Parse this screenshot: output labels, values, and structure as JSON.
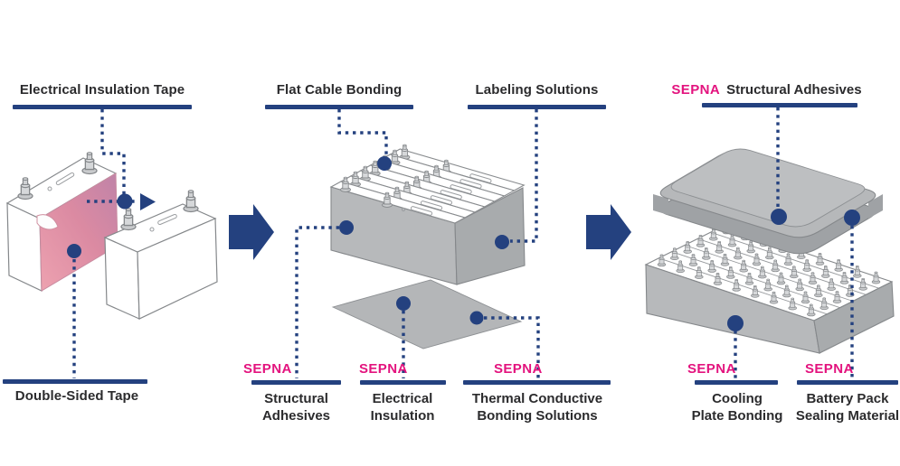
{
  "colors": {
    "navy": "#24417f",
    "magenta": "#e3137e",
    "tape_pink": "#db8aa2",
    "module_gray": "#b7b9bb"
  },
  "stage_cell": {
    "top_label": "Electrical Insulation Tape",
    "bottom_label": "Double-Sided Tape"
  },
  "stage_module": {
    "top_label_1": "Flat Cable Bonding",
    "top_label_2": "Labeling Solutions",
    "callouts": [
      {
        "brand": "SEPNA",
        "line1": "Structural",
        "line2": "Adhesives"
      },
      {
        "brand": "SEPNA",
        "line1": "Electrical",
        "line2": "Insulation"
      },
      {
        "brand": "SEPNA",
        "line1": "Thermal Conductive",
        "line2": "Bonding Solutions"
      }
    ]
  },
  "stage_pack": {
    "top_label": {
      "brand": "SEPNA",
      "text": "Structural Adhesives"
    },
    "callouts": [
      {
        "brand": "SEPNA",
        "line1": "Cooling",
        "line2": "Plate Bonding"
      },
      {
        "brand": "SEPNA",
        "line1": "Battery Pack",
        "line2": "Sealing Material"
      }
    ]
  }
}
